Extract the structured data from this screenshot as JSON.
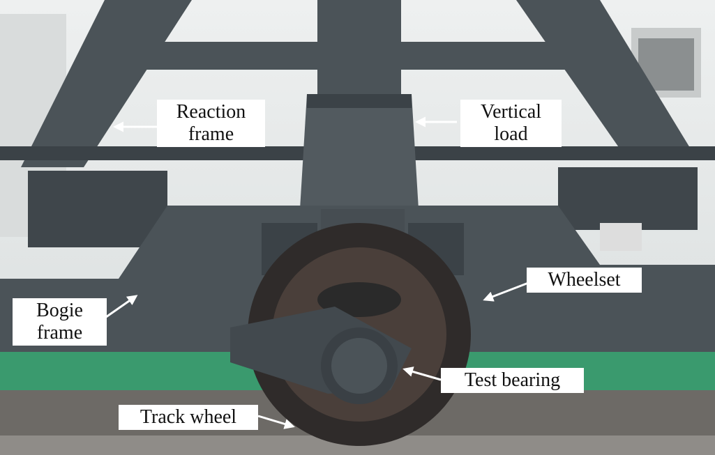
{
  "labels": {
    "reaction_frame": [
      "Reaction",
      "frame"
    ],
    "vertical_load": [
      "Vertical",
      "load"
    ],
    "wheelset": "Wheelset",
    "bogie_frame": [
      "Bogie",
      "frame"
    ],
    "test_bearing": "Test bearing",
    "track_wheel": "Track wheel"
  },
  "colors": {
    "steel": "#4b5358",
    "steel_dark": "#3b4247",
    "floor_green": "#3a9a6e",
    "wheel": "#2f2b2a",
    "label_bg": "#ffffff",
    "arrow": "#ffffff"
  }
}
